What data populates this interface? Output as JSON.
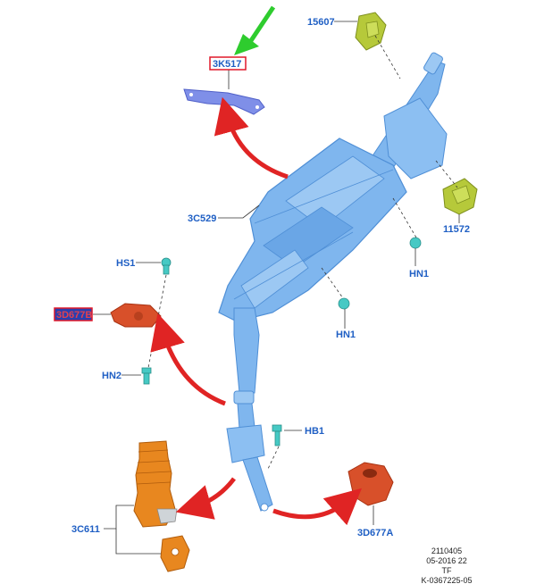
{
  "labels": {
    "bracket": "3K517",
    "upper_clip": "15607",
    "column": "3C529",
    "clamp": "11572",
    "screw_hs1": "HS1",
    "bracket_small": "3D677B",
    "screw_hn2": "HN2",
    "nut_hn1_right": "HN1",
    "nut_hn1_center": "HN1",
    "bolt_hb1": "HB1",
    "boot": "3C611",
    "seal": "3D677A"
  },
  "footer": {
    "line1": "2110405",
    "line2": "05-2016 22",
    "line3": "TF",
    "line4": "K-0367225-05"
  },
  "colors": {
    "column": "#7fb6ee",
    "column_dark": "#4f8fd6",
    "bracket": "#7f8fe8",
    "clip": "#b6c93a",
    "boot": "#e8871f",
    "seal": "#d8502a",
    "fastener": "#46c9c4",
    "arrow_red": "#e02424",
    "arrow_green": "#2ecc2e",
    "label": "#1f5fc4",
    "highlight": "#e0182a"
  }
}
